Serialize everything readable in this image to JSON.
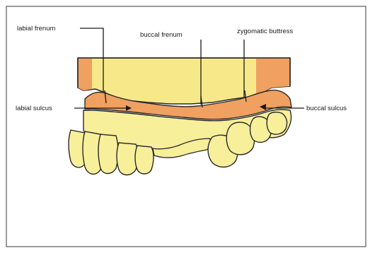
{
  "labels": {
    "labial_frenum": "labial frenum",
    "buccal_frenum": "buccal frenum",
    "zygomatic_buttress": "zygomatic buttress",
    "labial_sulcus": "labial sulcus",
    "buccal_sulcus": "buccal sulcus"
  },
  "colors": {
    "frame_border": "#7a7a7a",
    "base_yellow": "#f7e98a",
    "gum_orange": "#f0a060",
    "tooth_fill": "#f7ef9a",
    "outline": "#2a2a2a"
  }
}
